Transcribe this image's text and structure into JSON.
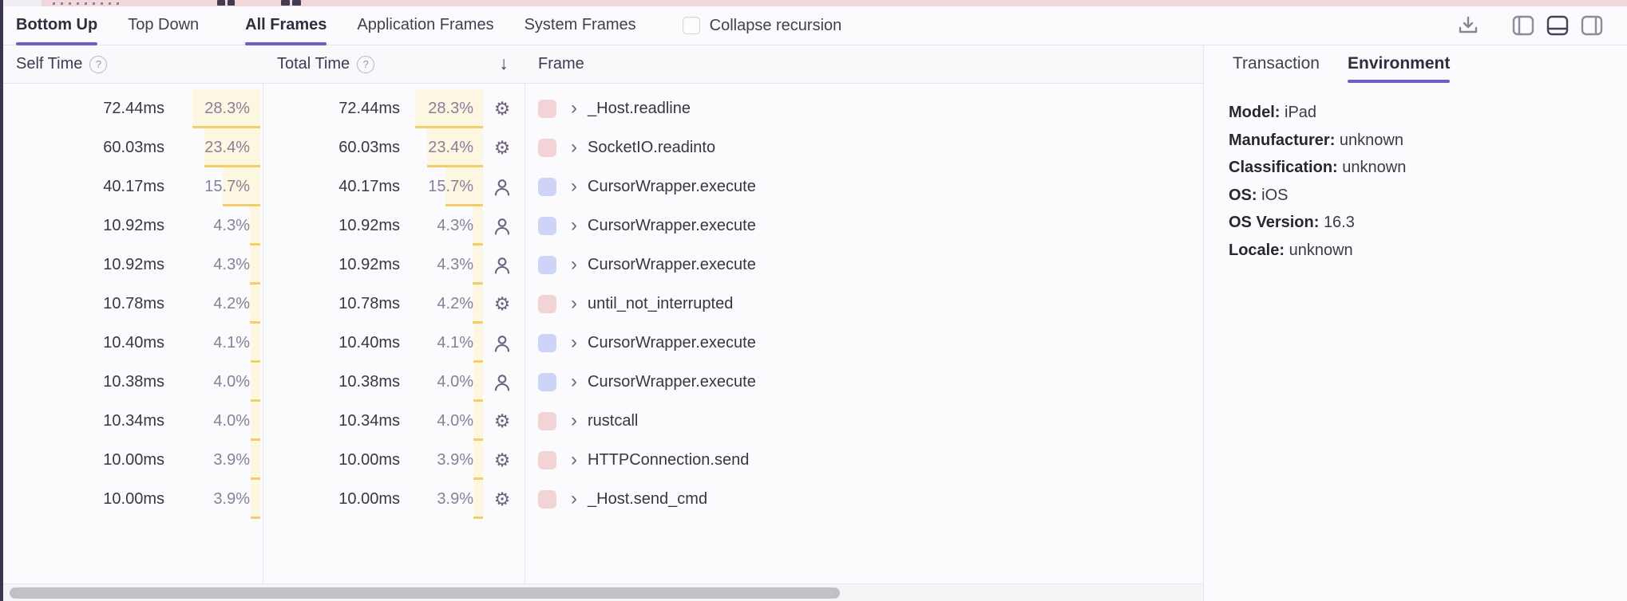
{
  "toolbar": {
    "view_tabs": [
      {
        "label": "Bottom Up",
        "active": true
      },
      {
        "label": "Top Down",
        "active": false
      }
    ],
    "frame_tabs": [
      {
        "label": "All Frames",
        "active": true
      },
      {
        "label": "Application Frames",
        "active": false
      },
      {
        "label": "System Frames",
        "active": false
      }
    ],
    "collapse_label": "Collapse recursion",
    "collapse_checked": false,
    "action_icons": [
      "download-icon",
      "layout-left-icon",
      "layout-bottom-icon",
      "layout-right-icon"
    ],
    "active_layout_icon": "layout-bottom-icon"
  },
  "table": {
    "columns": {
      "self": "Self Time",
      "total": "Total Time",
      "frame": "Frame"
    },
    "sort_icon": "↓",
    "sorted_by": "Total Time descending",
    "rows": [
      {
        "self_time": "72.44ms",
        "self_pct": "28.3%",
        "total_time": "72.44ms",
        "total_pct": "28.3%",
        "pct": 28.3,
        "icon": "gear-icon",
        "kind": "system",
        "frame": "_Host.readline"
      },
      {
        "self_time": "60.03ms",
        "self_pct": "23.4%",
        "total_time": "60.03ms",
        "total_pct": "23.4%",
        "pct": 23.4,
        "icon": "gear-icon",
        "kind": "system",
        "frame": "SocketIO.readinto"
      },
      {
        "self_time": "40.17ms",
        "self_pct": "15.7%",
        "total_time": "40.17ms",
        "total_pct": "15.7%",
        "pct": 15.7,
        "icon": "user-icon",
        "kind": "application",
        "frame": "CursorWrapper.execute"
      },
      {
        "self_time": "10.92ms",
        "self_pct": "4.3%",
        "total_time": "10.92ms",
        "total_pct": "4.3%",
        "pct": 4.3,
        "icon": "user-icon",
        "kind": "application",
        "frame": "CursorWrapper.execute"
      },
      {
        "self_time": "10.92ms",
        "self_pct": "4.3%",
        "total_time": "10.92ms",
        "total_pct": "4.3%",
        "pct": 4.3,
        "icon": "user-icon",
        "kind": "application",
        "frame": "CursorWrapper.execute"
      },
      {
        "self_time": "10.78ms",
        "self_pct": "4.2%",
        "total_time": "10.78ms",
        "total_pct": "4.2%",
        "pct": 4.2,
        "icon": "gear-icon",
        "kind": "system",
        "frame": "until_not_interrupted"
      },
      {
        "self_time": "10.40ms",
        "self_pct": "4.1%",
        "total_time": "10.40ms",
        "total_pct": "4.1%",
        "pct": 4.1,
        "icon": "user-icon",
        "kind": "application",
        "frame": "CursorWrapper.execute"
      },
      {
        "self_time": "10.38ms",
        "self_pct": "4.0%",
        "total_time": "10.38ms",
        "total_pct": "4.0%",
        "pct": 4.0,
        "icon": "user-icon",
        "kind": "application",
        "frame": "CursorWrapper.execute"
      },
      {
        "self_time": "10.34ms",
        "self_pct": "4.0%",
        "total_time": "10.34ms",
        "total_pct": "4.0%",
        "pct": 4.0,
        "icon": "gear-icon",
        "kind": "system",
        "frame": "rustcall"
      },
      {
        "self_time": "10.00ms",
        "self_pct": "3.9%",
        "total_time": "10.00ms",
        "total_pct": "3.9%",
        "pct": 3.9,
        "icon": "gear-icon",
        "kind": "system",
        "frame": "HTTPConnection.send"
      },
      {
        "self_time": "10.00ms",
        "self_pct": "3.9%",
        "total_time": "10.00ms",
        "total_pct": "3.9%",
        "pct": 3.9,
        "icon": "gear-icon",
        "kind": "system",
        "frame": "_Host.send_cmd"
      }
    ]
  },
  "panel": {
    "tabs": [
      {
        "label": "Transaction",
        "active": false
      },
      {
        "label": "Environment",
        "active": true
      }
    ],
    "fields": [
      {
        "label": "Model:",
        "value": "iPad"
      },
      {
        "label": "Manufacturer:",
        "value": "unknown"
      },
      {
        "label": "Classification:",
        "value": "unknown"
      },
      {
        "label": "OS:",
        "value": "iOS"
      },
      {
        "label": "OS Version:",
        "value": "16.3"
      },
      {
        "label": "Locale:",
        "value": "unknown"
      }
    ]
  },
  "colors": {
    "accent_purple": "#6c5fc7",
    "system_frame": "#f2d4d7",
    "application_frame": "#cdd4f8",
    "pct_bar_bg": "#fdf7e2",
    "pct_bar_line": "#f1ce69",
    "text_dark": "#3a3444",
    "text_muted": "#8a7f99",
    "border": "#e8e4ec",
    "left_edge": "#3e3450",
    "minimap_pink": "#f2d7da"
  }
}
